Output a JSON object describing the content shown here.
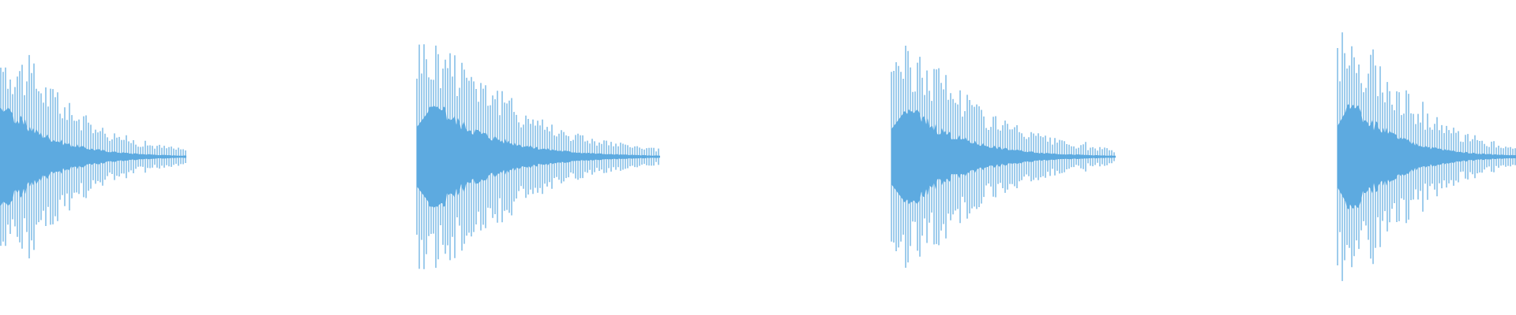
{
  "view": {
    "type": "audio-waveform",
    "wave_color": "#5DAAE0",
    "background": "#FFFFFF",
    "clip_count": 4
  },
  "clips": [
    {
      "id": "clip-1",
      "relative_peak": 0.92,
      "decay": "exponential"
    },
    {
      "id": "clip-2",
      "relative_peak": 0.95,
      "decay": "exponential"
    },
    {
      "id": "clip-3",
      "relative_peak": 0.88,
      "decay": "exponential"
    },
    {
      "id": "clip-4",
      "relative_peak": 0.98,
      "decay": "exponential"
    }
  ]
}
